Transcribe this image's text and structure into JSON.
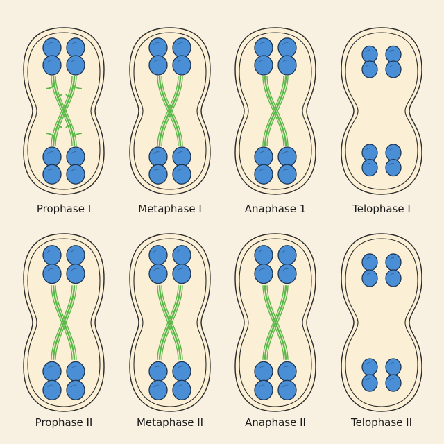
{
  "colors": {
    "background": "#f8f1e2",
    "cell_fill": "#fbf0d6",
    "cell_outline": "#2a2a2a",
    "chromosome": "#4a8fd6",
    "chromosome_outline": "#1f3550",
    "spindle": "#5cb84a"
  },
  "cells": [
    {
      "label": "Prophase I",
      "spindle": true,
      "spindle_style": "branched"
    },
    {
      "label": "Metaphase I",
      "spindle": true
    },
    {
      "label": "Anaphase 1",
      "spindle": true
    },
    {
      "label": "Telophase I",
      "spindle": false
    },
    {
      "label": "Prophase II",
      "spindle": true
    },
    {
      "label": "Metaphase II",
      "spindle": true
    },
    {
      "label": "Anaphase II",
      "spindle": true
    },
    {
      "label": "Telophase II",
      "spindle": false
    }
  ]
}
